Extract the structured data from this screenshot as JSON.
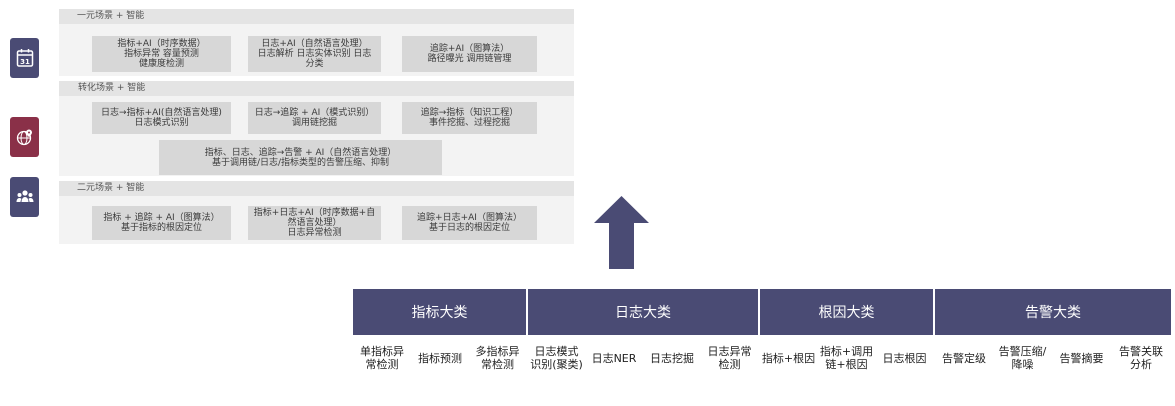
{
  "sections": [
    {
      "title": "一元场景 + 智能"
    },
    {
      "title": "转化场景 + 智能"
    },
    {
      "title": "二元场景 + 智能"
    }
  ],
  "boxes": {
    "s1_b1": [
      "指标+AI（时序数据）",
      "指标异常 容量预测",
      "健康度检测"
    ],
    "s1_b2": [
      "日志+AI（自然语言处理）",
      "日志解析 日志实体识别 日志",
      "分类"
    ],
    "s1_b3": [
      "追踪+AI（图算法）",
      "路径曝光 调用链管理"
    ],
    "s2_b1": [
      "日志→指标+AI(自然语言处理)",
      "日志模式识别"
    ],
    "s2_b2": [
      "日志→追踪 + AI（模式识别）",
      "调用链挖掘"
    ],
    "s2_b3": [
      "追踪→指标（知识工程）",
      "事件挖掘、过程挖掘"
    ],
    "s2_b4": [
      "指标、日志、追踪→告警 + AI（自然语言处理）",
      "基于调用链/日志/指标类型的告警压缩、抑制"
    ],
    "s3_b1": [
      "指标 + 追踪 + AI（图算法）",
      "基于指标的根因定位"
    ],
    "s3_b2": [
      "指标+日志+AI（时序数据+自",
      "然语言处理）",
      "日志异常检测"
    ],
    "s3_b3": [
      "追踪+日志+AI（图算法）",
      "基于日志的根因定位"
    ]
  },
  "table": {
    "groups": [
      {
        "label": "指标大类",
        "span": 3
      },
      {
        "label": "日志大类",
        "span": 4
      },
      {
        "label": "根因大类",
        "span": 3
      },
      {
        "label": "告警大类",
        "span": 4
      }
    ],
    "items": [
      [
        "单指标异",
        "常检测"
      ],
      [
        "指标预测"
      ],
      [
        "多指标异",
        "常检测"
      ],
      [
        "日志模式",
        "识别(聚类)"
      ],
      [
        "日志NER"
      ],
      [
        "日志挖掘"
      ],
      [
        "日志异常",
        "检测"
      ],
      [
        "指标+根因"
      ],
      [
        "指标+调用",
        "链+根因"
      ],
      [
        "日志根因"
      ],
      [
        "告警定级"
      ],
      [
        "告警压缩/",
        "降噪"
      ],
      [
        "告警摘要"
      ],
      [
        "告警关联",
        "分析"
      ]
    ]
  },
  "colors": {
    "header_navy": "#4a4b74",
    "globe_red": "#8a3048",
    "box_gray": "#d7d7d7"
  },
  "icons": [
    "calendar-icon",
    "globe-pin-icon",
    "people-icon",
    "up-arrow-icon"
  ]
}
